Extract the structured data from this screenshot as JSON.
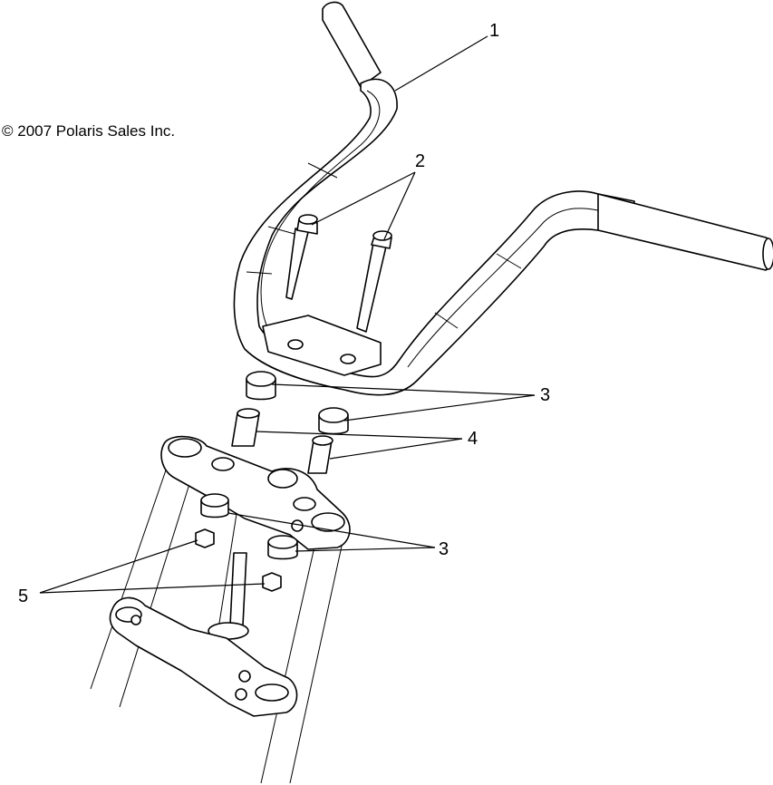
{
  "copyright": "© 2007 Polaris Sales Inc.",
  "callouts": {
    "handlebar": "1",
    "bolts": "2",
    "upper_bushings": "3",
    "spacers": "4",
    "lower_bushings": "3",
    "nuts": "5"
  },
  "colors": {
    "line": "#000000",
    "background": "#ffffff"
  }
}
